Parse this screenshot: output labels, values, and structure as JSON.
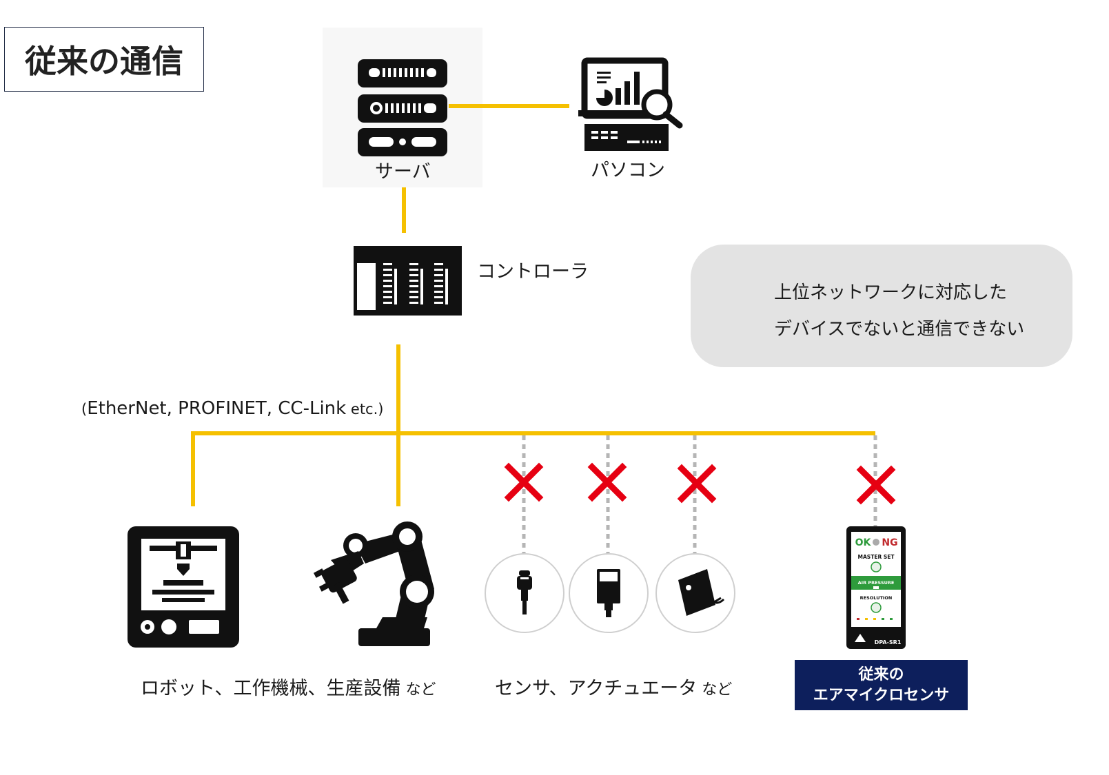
{
  "title": "従来の通信",
  "nodes": {
    "server": "サーバ",
    "pc": "パソコン",
    "controller": "コントローラ"
  },
  "protocol": {
    "open": "(",
    "main": "EtherNet, PROFINET, CC-Link",
    "etc": " etc.)"
  },
  "message": {
    "line1": "上位ネットワークに対応した",
    "line2": "デバイスでないと通信できない"
  },
  "groups": {
    "machines": "ロボット、工作機械、生産設備",
    "sensors": "センサ、アクチュエータ",
    "suffix": " など"
  },
  "legacy_sensor": {
    "line1": "従来の",
    "line2": "エアマイクロセンサ",
    "panel": {
      "ok": "OK",
      "ng": "NG",
      "master_set": "MASTER SET",
      "air_pressure": "AIR PRESSURE",
      "resolution": "RESOLUTION",
      "model": "DPA-SR1"
    }
  },
  "colors": {
    "connection": "#f5c000",
    "blocked": "#e60012",
    "dotted": "#b5b5b5",
    "badge_bg": "#0d1f5c",
    "bubble_bg": "#e3e3e3",
    "device_green": "#2e9b3c"
  }
}
